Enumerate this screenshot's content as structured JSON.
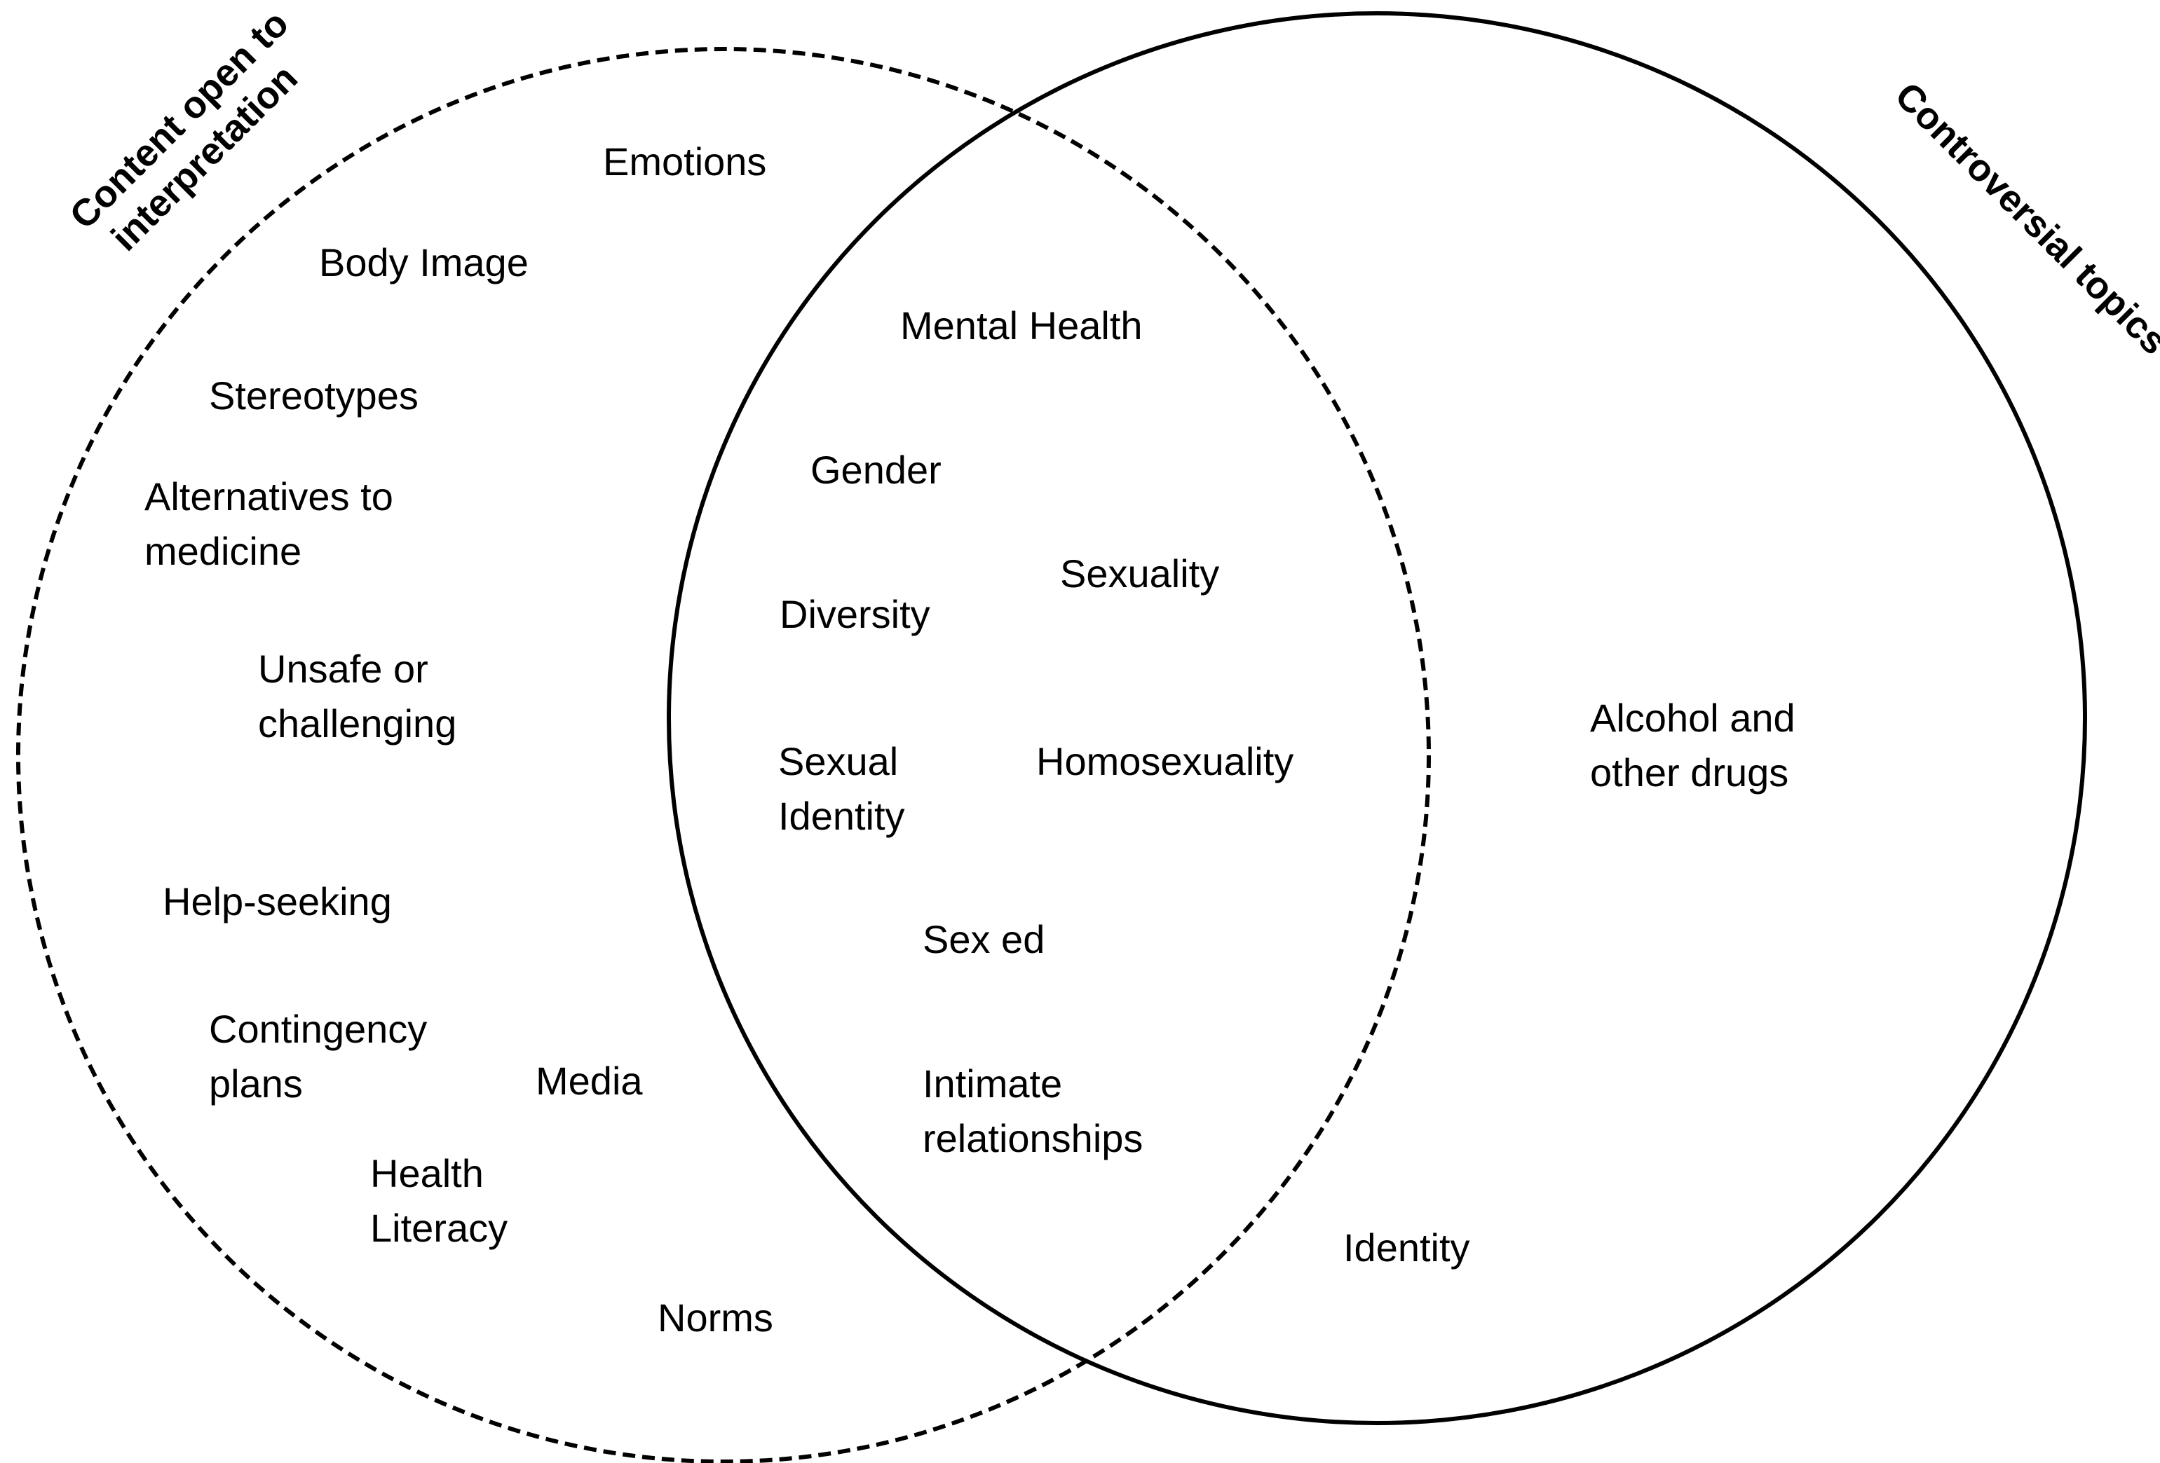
{
  "diagram": {
    "type": "venn",
    "sets": [
      {
        "label_lines": [
          "Content open to",
          "interpretation"
        ],
        "outline": "dashed"
      },
      {
        "label": "Controversial topics",
        "outline": "solid"
      }
    ],
    "left_only": {
      "emotions": "Emotions",
      "body_image": "Body Image",
      "stereotypes": "Stereotypes",
      "alternatives": [
        "Alternatives to",
        "medicine"
      ],
      "unsafe": [
        "Unsafe or",
        "challenging"
      ],
      "help_seeking": "Help-seeking",
      "contingency": [
        "Contingency",
        "plans"
      ],
      "media": "Media",
      "health_literacy": [
        "Health",
        "Literacy"
      ],
      "norms": "Norms"
    },
    "overlap": {
      "mental_health": "Mental Health",
      "gender": "Gender",
      "sexuality": "Sexuality",
      "diversity": "Diversity",
      "sexual_identity": [
        "Sexual",
        "Identity"
      ],
      "homosexuality": "Homosexuality",
      "sex_ed": "Sex ed",
      "intimate": [
        "Intimate",
        "relationships"
      ]
    },
    "right_only": {
      "alcohol": [
        "Alcohol and",
        "other drugs"
      ],
      "identity": "Identity"
    }
  },
  "colors": {
    "stroke": "#000000",
    "background": "#ffffff",
    "text": "#000000"
  }
}
